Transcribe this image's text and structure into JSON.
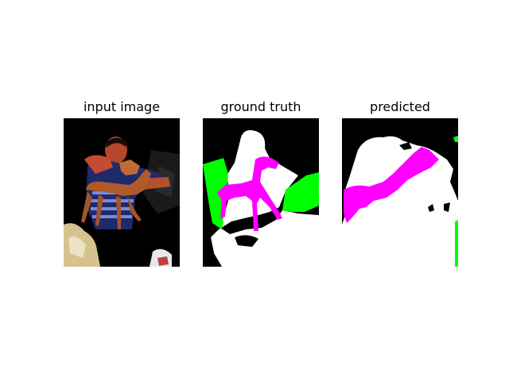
{
  "panels": [
    {
      "title": "input image"
    },
    {
      "title": "ground truth"
    },
    {
      "title": "predicted"
    }
  ],
  "colors": {
    "background": "#000000",
    "unlabeled": "#ffffff",
    "person": "#00ff00",
    "dog": "#ff00ff"
  }
}
